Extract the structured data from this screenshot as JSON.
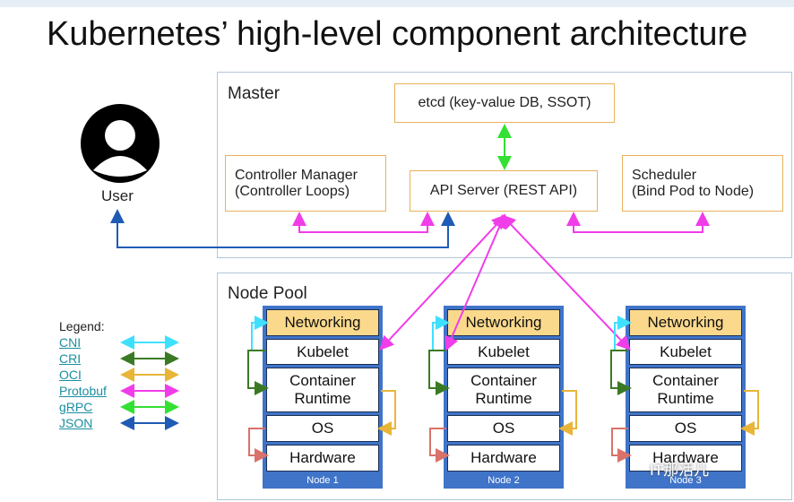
{
  "title": "Kubernetes’ high-level component architecture",
  "master": {
    "label": "Master",
    "etcd": "etcd (key-value DB, SSOT)",
    "controller_manager": [
      "Controller Manager",
      "(Controller Loops)"
    ],
    "api_server": "API Server (REST API)",
    "scheduler": [
      "Scheduler",
      "(Bind Pod to Node)"
    ]
  },
  "user": {
    "label": "User",
    "icon": "user-avatar-icon"
  },
  "node_pool": {
    "label": "Node Pool",
    "nodes": [
      {
        "name": "Node 1",
        "networking": "Networking",
        "kubelet": "Kubelet",
        "runtime": [
          "Container",
          "Runtime"
        ],
        "os": "OS",
        "hardware": "Hardware"
      },
      {
        "name": "Node 2",
        "networking": "Networking",
        "kubelet": "Kubelet",
        "runtime": [
          "Container",
          "Runtime"
        ],
        "os": "OS",
        "hardware": "Hardware"
      },
      {
        "name": "Node 3",
        "networking": "Networking",
        "kubelet": "Kubelet",
        "runtime": [
          "Container",
          "Runtime"
        ],
        "os": "OS",
        "hardware": "Hardware"
      }
    ]
  },
  "legend": {
    "title": "Legend:",
    "items": [
      {
        "label": "CNI",
        "color": "#3fe0ff"
      },
      {
        "label": "CRI",
        "color": "#3b7a24"
      },
      {
        "label": "OCI",
        "color": "#e8b539"
      },
      {
        "label": "Protobuf",
        "color": "#f03de8"
      },
      {
        "label": "gRPC",
        "color": "#33e033"
      },
      {
        "label": "JSON",
        "color": "#1f5bb5"
      }
    ]
  },
  "colors": {
    "panel_border": "#b3c7d9",
    "box_border": "#e8b15a",
    "node_fill": "#3f74c9",
    "networking_fill": "#fbd98c",
    "hardware_arrow": "#d9726a"
  },
  "watermark": "IT那活儿"
}
